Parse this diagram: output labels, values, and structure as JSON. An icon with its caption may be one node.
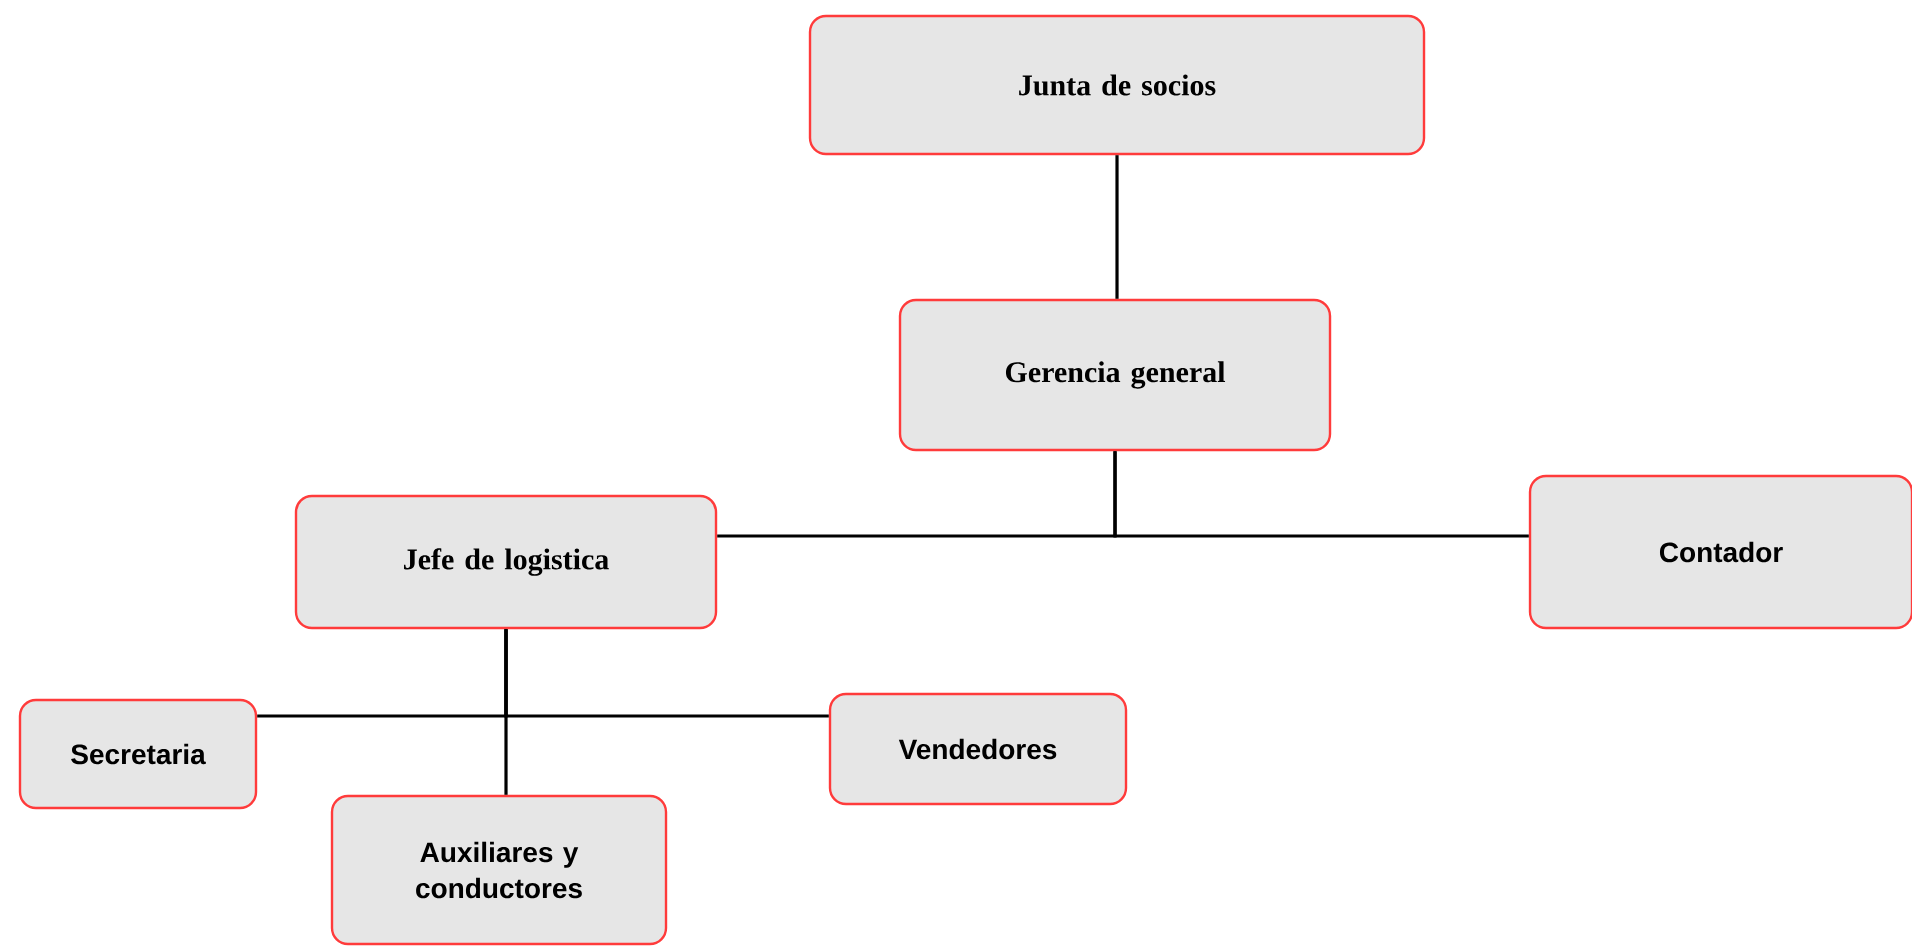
{
  "diagram": {
    "nodes": [
      {
        "text": [
          "Junta de socios"
        ]
      },
      {
        "text": [
          "Gerencia general"
        ]
      },
      {
        "text": [
          "Jefe de logistica"
        ]
      },
      {
        "text": [
          "Contador"
        ]
      },
      {
        "text": [
          "Secretaria"
        ]
      },
      {
        "text": [
          "Vendedores"
        ]
      },
      {
        "text": [
          "Auxiliares y conductores"
        ]
      }
    ],
    "edges": [
      {
        "from": 0,
        "to": 1,
        "arrow": "none"
      },
      {
        "from": 1,
        "to": 2,
        "arrow": "none"
      },
      {
        "from": 1,
        "to": 3,
        "arrow": "none"
      },
      {
        "from": 2,
        "to": 4,
        "arrow": "none"
      },
      {
        "from": 2,
        "to": 5,
        "arrow": "none"
      },
      {
        "from": 2,
        "to": 6,
        "arrow": "none"
      }
    ]
  }
}
